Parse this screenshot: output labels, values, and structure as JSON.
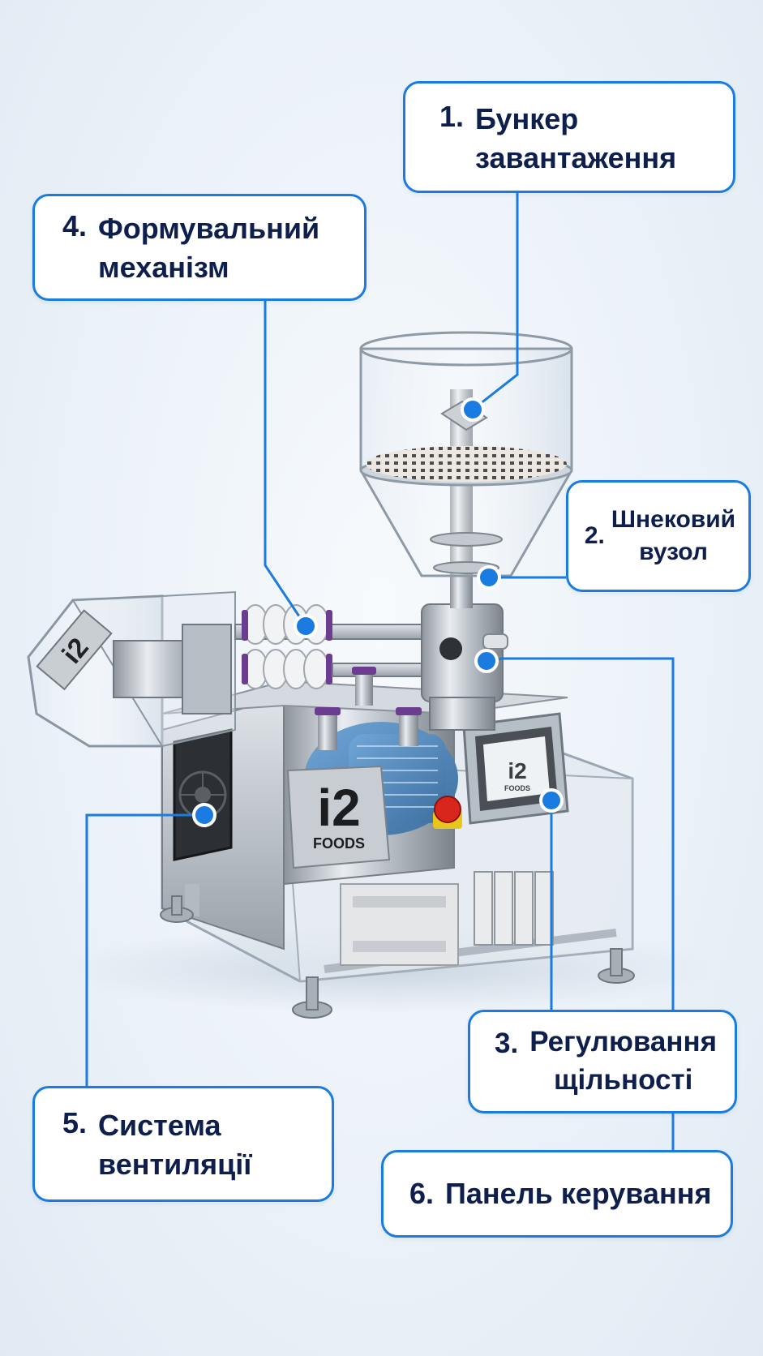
{
  "callouts": [
    {
      "id": "c1",
      "number": "1.",
      "text": "Бункер\nзавантаження"
    },
    {
      "id": "c2",
      "number": "2.",
      "text": "Шнековий\nвузол"
    },
    {
      "id": "c3",
      "number": "3.",
      "text": "Регулювання\nщільності"
    },
    {
      "id": "c4",
      "number": "4.",
      "text": "Формувальний\nмеханізм"
    },
    {
      "id": "c5",
      "number": "5.",
      "text": "Система\nвентиляції"
    },
    {
      "id": "c6",
      "number": "6.",
      "text": "Панель керування"
    }
  ],
  "machine": {
    "logo_main": "i2",
    "logo_sub": "FOODS"
  },
  "colors": {
    "accent": "#1a7be0",
    "label_text": "#0e1f4d",
    "background": "#eaf1f8"
  }
}
